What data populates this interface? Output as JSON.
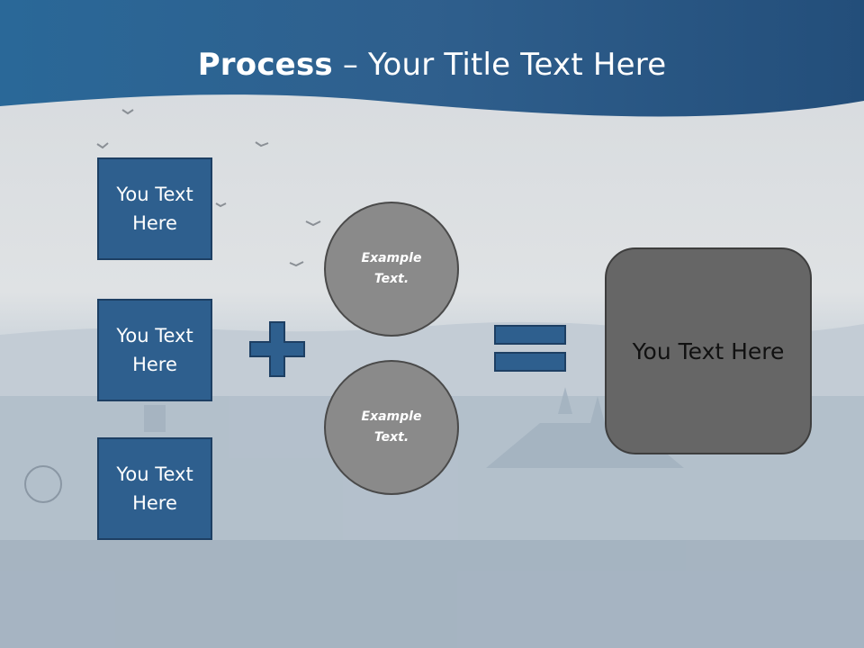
{
  "title": {
    "bold": "Process",
    "rest": " – Your Title Text Here"
  },
  "boxes": [
    "You Text Here",
    "You Text Here",
    "You Text Here"
  ],
  "circles": [
    "Example Text.",
    "Example Text."
  ],
  "result": "You Text Here",
  "colors": {
    "header": "#2a5d8c",
    "box": "#2e5f8e",
    "circle": "#8a8a8a",
    "result": "#666666",
    "operator": "#2e5f8e"
  },
  "icons": {
    "plus": "plus-icon",
    "equals": "equals-icon"
  }
}
